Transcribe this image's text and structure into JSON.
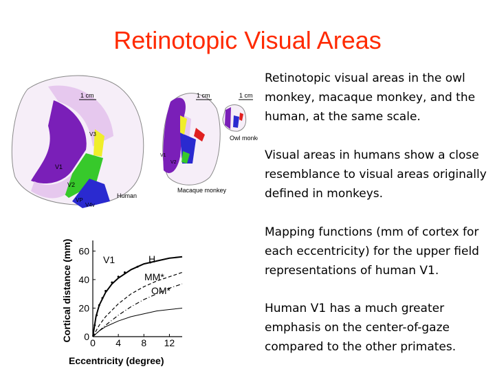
{
  "slide": {
    "title": "Retinotopic Visual Areas",
    "paragraph1": "Retinotopic visual areas in the owl monkey, macaque monkey, and the human, at the same scale.",
    "paragraph2": "Visual areas in humans show a close resemblance to visual areas originally defined in monkeys.",
    "paragraph3": "Mapping functions (mm of cortex for each eccentricity) for the upper field representations of human V1.",
    "paragraph4": "Human V1 has a much greater emphasis on the center-of-gaze compared to the other primates."
  },
  "brain_figure": {
    "scale_human": "1 cm",
    "scale_macaque": "1 cm",
    "scale_owl": "1 cm",
    "label_v1": "V1",
    "label_v2": "V2",
    "label_v3": "V3",
    "label_vp": "VP",
    "label_v4v": "V4v",
    "label_human": "Human",
    "label_macaque_v1": "V1",
    "label_macaque_v2": "V2",
    "label_macaque": "Macaque monkey",
    "label_owl": "Owl monkey",
    "colors": {
      "v1": "#7a1fb8",
      "v2": "#e6c8ee",
      "v3": "#f0ee2a",
      "vp": "#37c92b",
      "v4v": "#2a2ad0",
      "mt": "#e02020"
    }
  },
  "chart_data": {
    "type": "line",
    "xlabel": "Eccentricity (degree)",
    "ylabel": "Cortical distance (mm)",
    "xticks": [
      0,
      4,
      8,
      12
    ],
    "yticks": [
      0,
      20,
      40,
      60
    ],
    "xlim": [
      0,
      14
    ],
    "ylim": [
      0,
      65
    ],
    "panel_label": "V1",
    "series": [
      {
        "name": "H",
        "style": "solid",
        "x": [
          0,
          0.5,
          1,
          2,
          3,
          4,
          6,
          8,
          10,
          12,
          14
        ],
        "y": [
          0,
          14,
          22,
          31,
          37,
          41,
          47,
          51,
          53,
          55,
          56
        ]
      },
      {
        "name": "MM*",
        "style": "dashed",
        "x": [
          0,
          1,
          2,
          4,
          6,
          8,
          10,
          12,
          14
        ],
        "y": [
          0,
          8,
          14,
          23,
          30,
          35,
          39,
          42,
          45
        ]
      },
      {
        "name": "OM*",
        "style": "dashdot",
        "x": [
          0,
          2,
          4,
          6,
          8,
          10,
          12,
          14
        ],
        "y": [
          0,
          8,
          15,
          21,
          26,
          30,
          34,
          37
        ]
      },
      {
        "name": "",
        "style": "solid-thin",
        "x": [
          0,
          1,
          2,
          4,
          6,
          8,
          10,
          12,
          14
        ],
        "y": [
          0,
          4,
          7,
          11,
          14,
          16,
          18,
          19,
          20
        ]
      }
    ],
    "points_H": {
      "x": [
        0.3,
        0.6,
        1,
        1.5,
        2,
        3,
        4,
        5,
        7,
        9
      ],
      "y": [
        8,
        15,
        22,
        27,
        32,
        38,
        42,
        45,
        49,
        52
      ]
    }
  }
}
